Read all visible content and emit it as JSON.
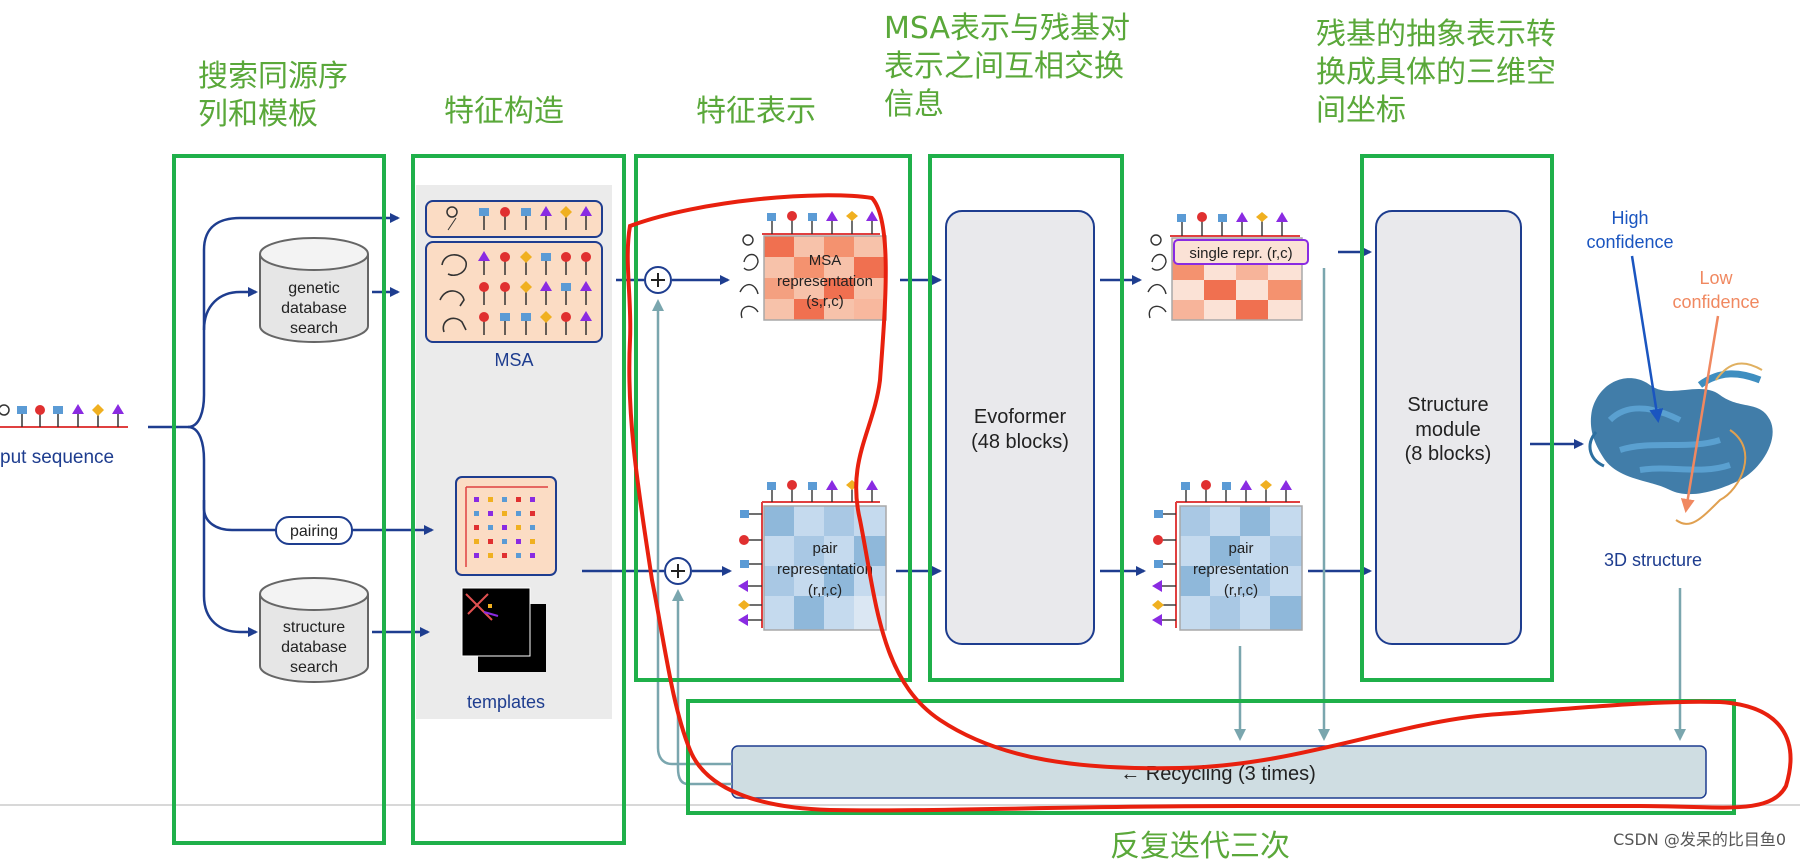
{
  "captions": {
    "search": "搜索同源序\n列和模板",
    "feature_build": "特征构造",
    "feature_repr": "特征表示",
    "exchange": "MSA表示与残基对\n表示之间互相交换\n信息",
    "to_3d": "残基的抽象表示转\n换成具体的三维空\n间坐标",
    "recycle_caption": "反复迭代三次"
  },
  "diagram": {
    "input_sequence": "put sequence",
    "genetic_db": [
      "genetic",
      "database",
      "search"
    ],
    "structure_db": [
      "structure",
      "database",
      "search"
    ],
    "pairing": "pairing",
    "msa": "MSA",
    "templates": "templates",
    "msa_repr": [
      "MSA",
      "representation",
      "(s,r,c)"
    ],
    "pair_repr": [
      "pair",
      "representation",
      "(r,r,c)"
    ],
    "evoformer": [
      "Evoformer",
      "(48 blocks)"
    ],
    "single_repr": "single repr. (r,c)",
    "pair_repr_out": [
      "pair",
      "representation",
      "(r,r,c)"
    ],
    "structure_module": [
      "Structure",
      "module",
      "(8 blocks)"
    ],
    "high_conf": [
      "High",
      "confidence"
    ],
    "low_conf": [
      "Low",
      "confidence"
    ],
    "structure_3d": "3D structure",
    "recycling": "← Recycling (3 times)"
  },
  "watermark": "CSDN @发呆的比目鱼0",
  "colors": {
    "green_box": "#1fb04a",
    "red_annotation": "#e8200e",
    "navy_arrow": "#1e3d8f",
    "teal_line": "#7aa6ae",
    "msa_red": "#f07050",
    "pair_blue": "#8fb8da"
  }
}
